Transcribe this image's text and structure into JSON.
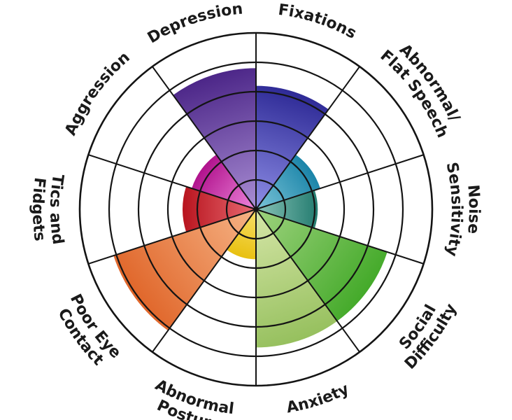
{
  "chart_data": {
    "type": "polar-area",
    "title": "",
    "radial_scale": {
      "min": 0,
      "max": 6,
      "rings": [
        1,
        2,
        3,
        4,
        5,
        6
      ]
    },
    "grid": true,
    "legend": "none",
    "categories": [
      {
        "name": "Fixations",
        "lines": [
          "Fixations"
        ],
        "value": 4.2,
        "color_light": "#8e8ee6",
        "color_dark": "#2e2a96"
      },
      {
        "name": "Abnormal/ Flat Speech",
        "lines": [
          "Abnormal/",
          "Flat Speech"
        ],
        "value": 2.3,
        "color_light": "#7cc4d8",
        "color_dark": "#1a84a8"
      },
      {
        "name": "Noise Sensitivity",
        "lines": [
          "Noise",
          "Sensitivity"
        ],
        "value": 2.1,
        "color_light": "#8ac4b8",
        "color_dark": "#247c70"
      },
      {
        "name": "Social Difficulty",
        "lines": [
          "Social",
          "Difficulty"
        ],
        "value": 4.7,
        "color_light": "#9ed27e",
        "color_dark": "#44aa2a"
      },
      {
        "name": "Anxiety",
        "lines": [
          "Anxiety"
        ],
        "value": 4.7,
        "color_light": "#d6e6a8",
        "color_dark": "#96c05e"
      },
      {
        "name": "Abnormal Posture",
        "lines": [
          "Abnormal",
          "Posture"
        ],
        "value": 1.7,
        "color_light": "#f8e06a",
        "color_dark": "#e8c010"
      },
      {
        "name": "Poor Eye Contact",
        "lines": [
          "Poor Eye",
          "Contact"
        ],
        "value": 5.1,
        "color_light": "#f6b486",
        "color_dark": "#e0662a"
      },
      {
        "name": "Tics and Fidgets",
        "lines": [
          "Tics and",
          "Fidgets"
        ],
        "value": 2.5,
        "color_light": "#e86a72",
        "color_dark": "#b8141e"
      },
      {
        "name": "Aggression",
        "lines": [
          "Aggression"
        ],
        "value": 2.3,
        "color_light": "#ee86dc",
        "color_dark": "#b0128c"
      },
      {
        "name": "Depression",
        "lines": [
          "Depression"
        ],
        "value": 4.8,
        "color_light": "#a98ed4",
        "color_dark": "#4c2688"
      }
    ]
  }
}
